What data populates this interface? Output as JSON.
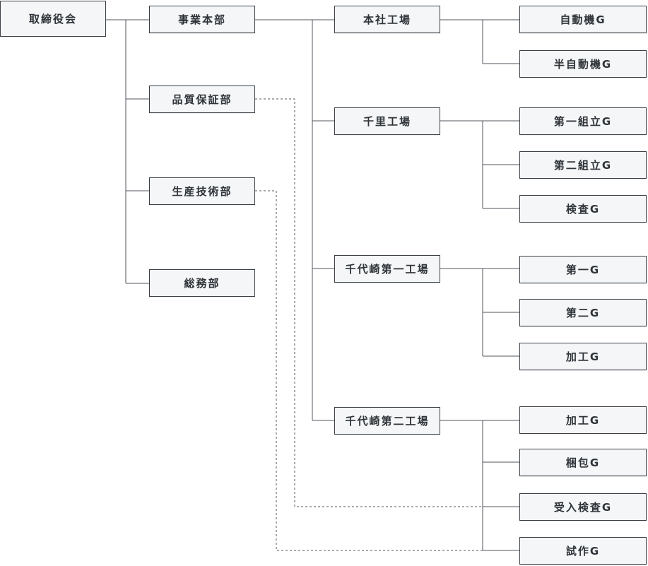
{
  "board": "取締役会",
  "divisions": [
    "事業本部",
    "品質保証部",
    "生産技術部",
    "総務部"
  ],
  "plants": [
    "本社工場",
    "千里工場",
    "千代崎第一工場",
    "千代崎第二工場"
  ],
  "groups": [
    "自動機G",
    "半自動機G",
    "第一組立G",
    "第二組立G",
    "検査G",
    "第一G",
    "第二G",
    "加工G",
    "加工G",
    "梱包G",
    "受入検査G",
    "試作G"
  ],
  "colors": {
    "box_fill": "#f4f6f8",
    "box_border": "#3a4046",
    "line": "#50565c",
    "text": "#2f3439"
  }
}
